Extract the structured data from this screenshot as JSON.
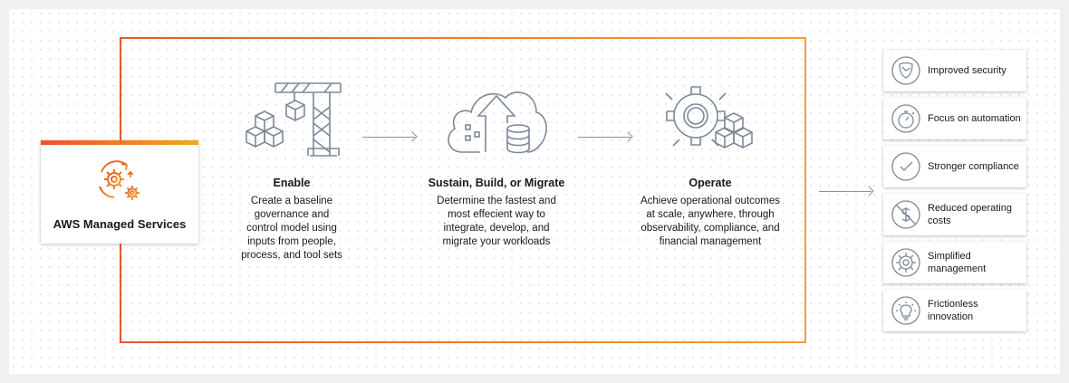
{
  "ams": {
    "title": "AWS Managed Services"
  },
  "stages": [
    {
      "title": "Enable",
      "description": "Create a baseline governance and control model using inputs from people, process, and tool sets",
      "icon": "construction-crane-icon"
    },
    {
      "title": "Sustain, Build, or Migrate",
      "description": "Determine the fastest and most effecient way to integrate, develop, and migrate your workloads",
      "icon": "cloud-database-icon"
    },
    {
      "title": "Operate",
      "description": "Achieve operational outcomes at scale, anywhere, through observability, compliance, and financial management",
      "icon": "gear-cubes-icon"
    }
  ],
  "benefits": [
    {
      "label": "Improved security",
      "icon": "shield-icon"
    },
    {
      "label": "Focus on automation",
      "icon": "stopwatch-icon"
    },
    {
      "label": "Stronger compliance",
      "icon": "checkmark-icon"
    },
    {
      "label": "Reduced operating costs",
      "icon": "no-dollar-icon"
    },
    {
      "label": "Simplified management",
      "icon": "gear-icon"
    },
    {
      "label": "Frictionless innovation",
      "icon": "lightbulb-icon"
    }
  ],
  "colors": {
    "accent_start": "#e8552a",
    "accent_end": "#f2a12a",
    "icon_gray": "#7d8998"
  }
}
